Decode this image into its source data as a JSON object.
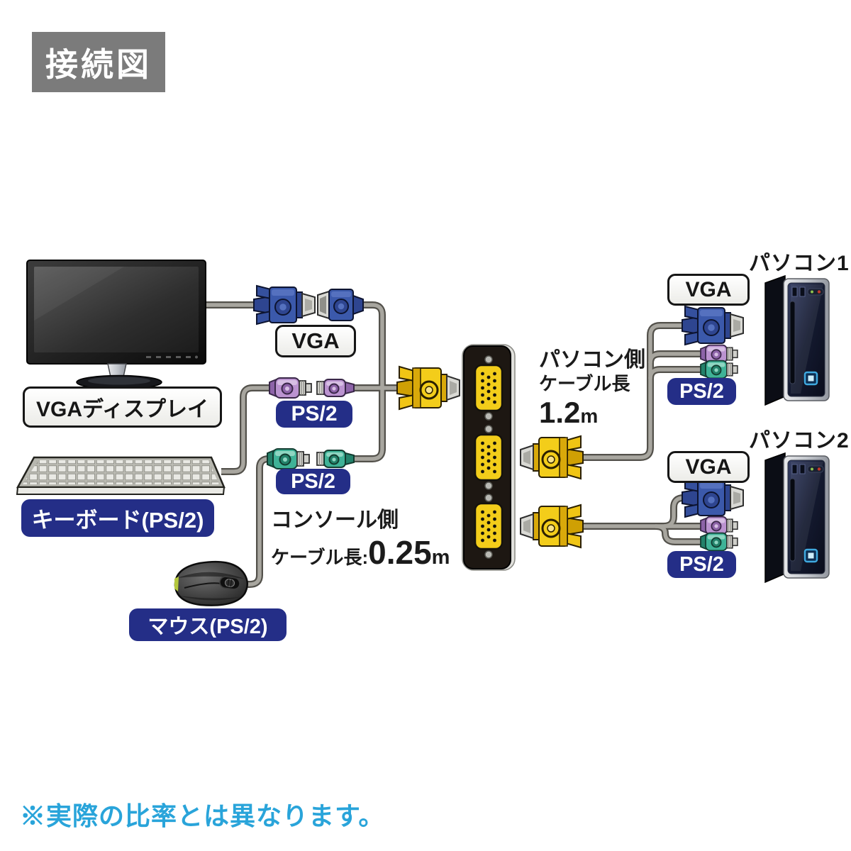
{
  "title": "接続図",
  "note": "※実際の比率とは異なります。",
  "devices": {
    "display": {
      "label": "VGAディスプレイ"
    },
    "keyboard": {
      "label": "キーボード(PS/2)"
    },
    "mouse": {
      "label": "マウス(PS/2)"
    },
    "kvm_switch": {
      "ports": 3
    },
    "pc1": {
      "name": "パソコン1",
      "vga_label": "VGA",
      "ps2_label": "PS/2"
    },
    "pc2": {
      "name": "パソコン2",
      "vga_label": "VGA",
      "ps2_label": "PS/2"
    }
  },
  "console": {
    "vga_label": "VGA",
    "keyboard_ps2_label": "PS/2",
    "mouse_ps2_label": "PS/2",
    "cable": {
      "side": "コンソール側",
      "length_label": "ケーブル長",
      "colon": ":",
      "value": "0.25",
      "unit": "m"
    }
  },
  "pc_side": {
    "cable": {
      "side": "パソコン側",
      "length_label": "ケーブル長",
      "value": "1.2",
      "unit": "m"
    }
  },
  "colors": {
    "title_gray": "#7b7b7b",
    "label_blue": "#242e87",
    "note_blue": "#29a4da",
    "cable_yellow": "#f3cd1a",
    "vga_blue": "#3b59ab",
    "ps2_purple": "#bb93d0",
    "ps2_green": "#3fb297"
  }
}
